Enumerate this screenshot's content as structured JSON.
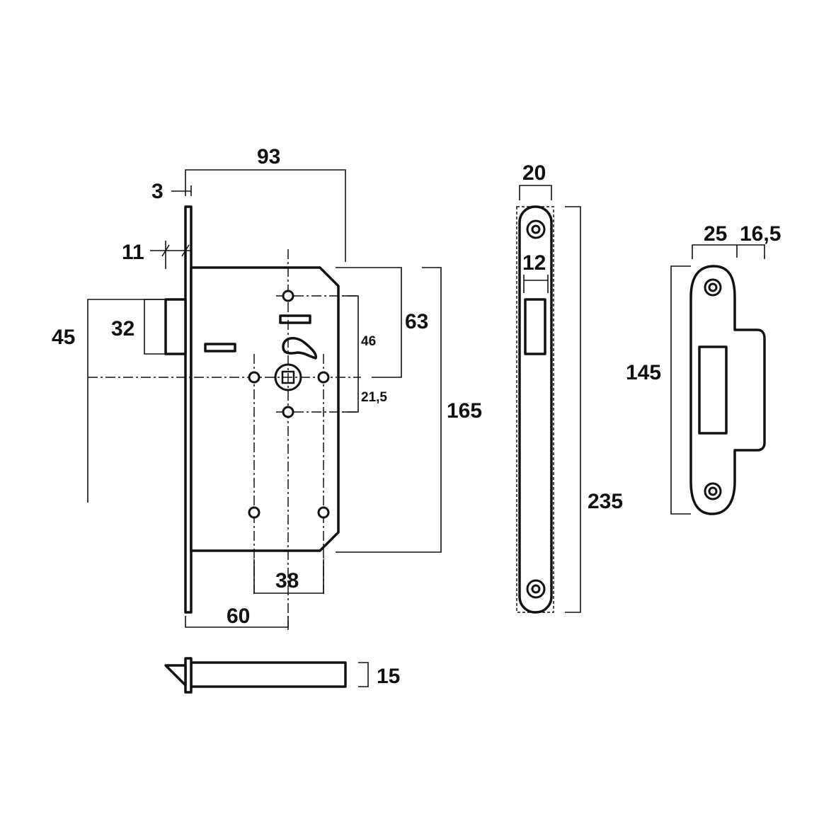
{
  "dimensions": {
    "lock_backset_total": "93",
    "faceplate_thickness": "3",
    "faceplate_offset": "11",
    "latch_height_45": "45",
    "latch_height_32": "32",
    "spindle_to_top": "63",
    "keyhole_to_spindle": "46",
    "spindle_to_keyhole": "21,5",
    "case_height": "165",
    "screw_spacing": "38",
    "backset": "60",
    "latch_width": "15",
    "faceplate_width": "20",
    "latch_slot_width": "12",
    "faceplate_length": "235",
    "strike_width_a": "25",
    "strike_width_b": "16,5",
    "strike_length": "145"
  }
}
